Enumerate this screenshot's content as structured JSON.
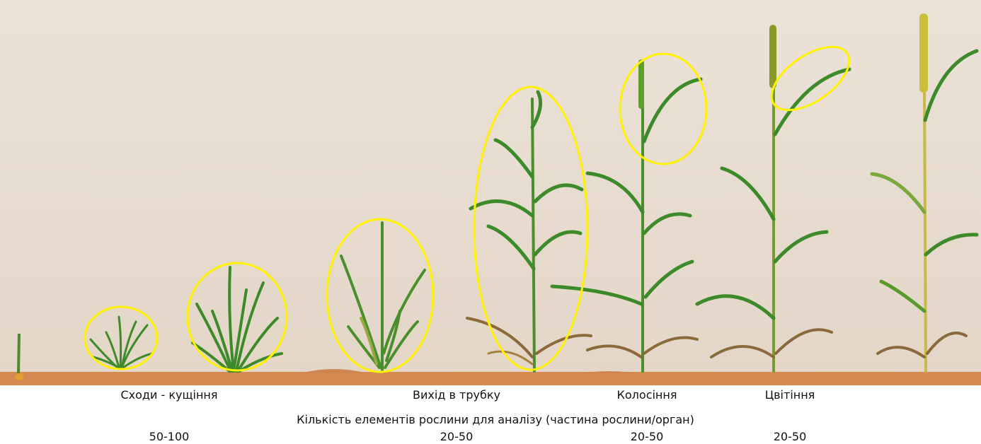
{
  "stages": [
    "Сходи - кущіння",
    "Вихід в трубку",
    "Колосіння",
    "Цвітіння"
  ],
  "caption": "Кількість елементів рослини для аналізу (частина рослини/орган)",
  "counts": [
    "50-100",
    "20-50",
    "20-50",
    "20-50"
  ],
  "colors": {
    "background": "#e8ddd2",
    "soil": "#d58a52",
    "leaf_green": "#3d8a2a",
    "leaf_light": "#7aa83a",
    "dry_leaf": "#8a6a3a",
    "spike": "#9a9a2a",
    "highlight": "#fff200"
  }
}
